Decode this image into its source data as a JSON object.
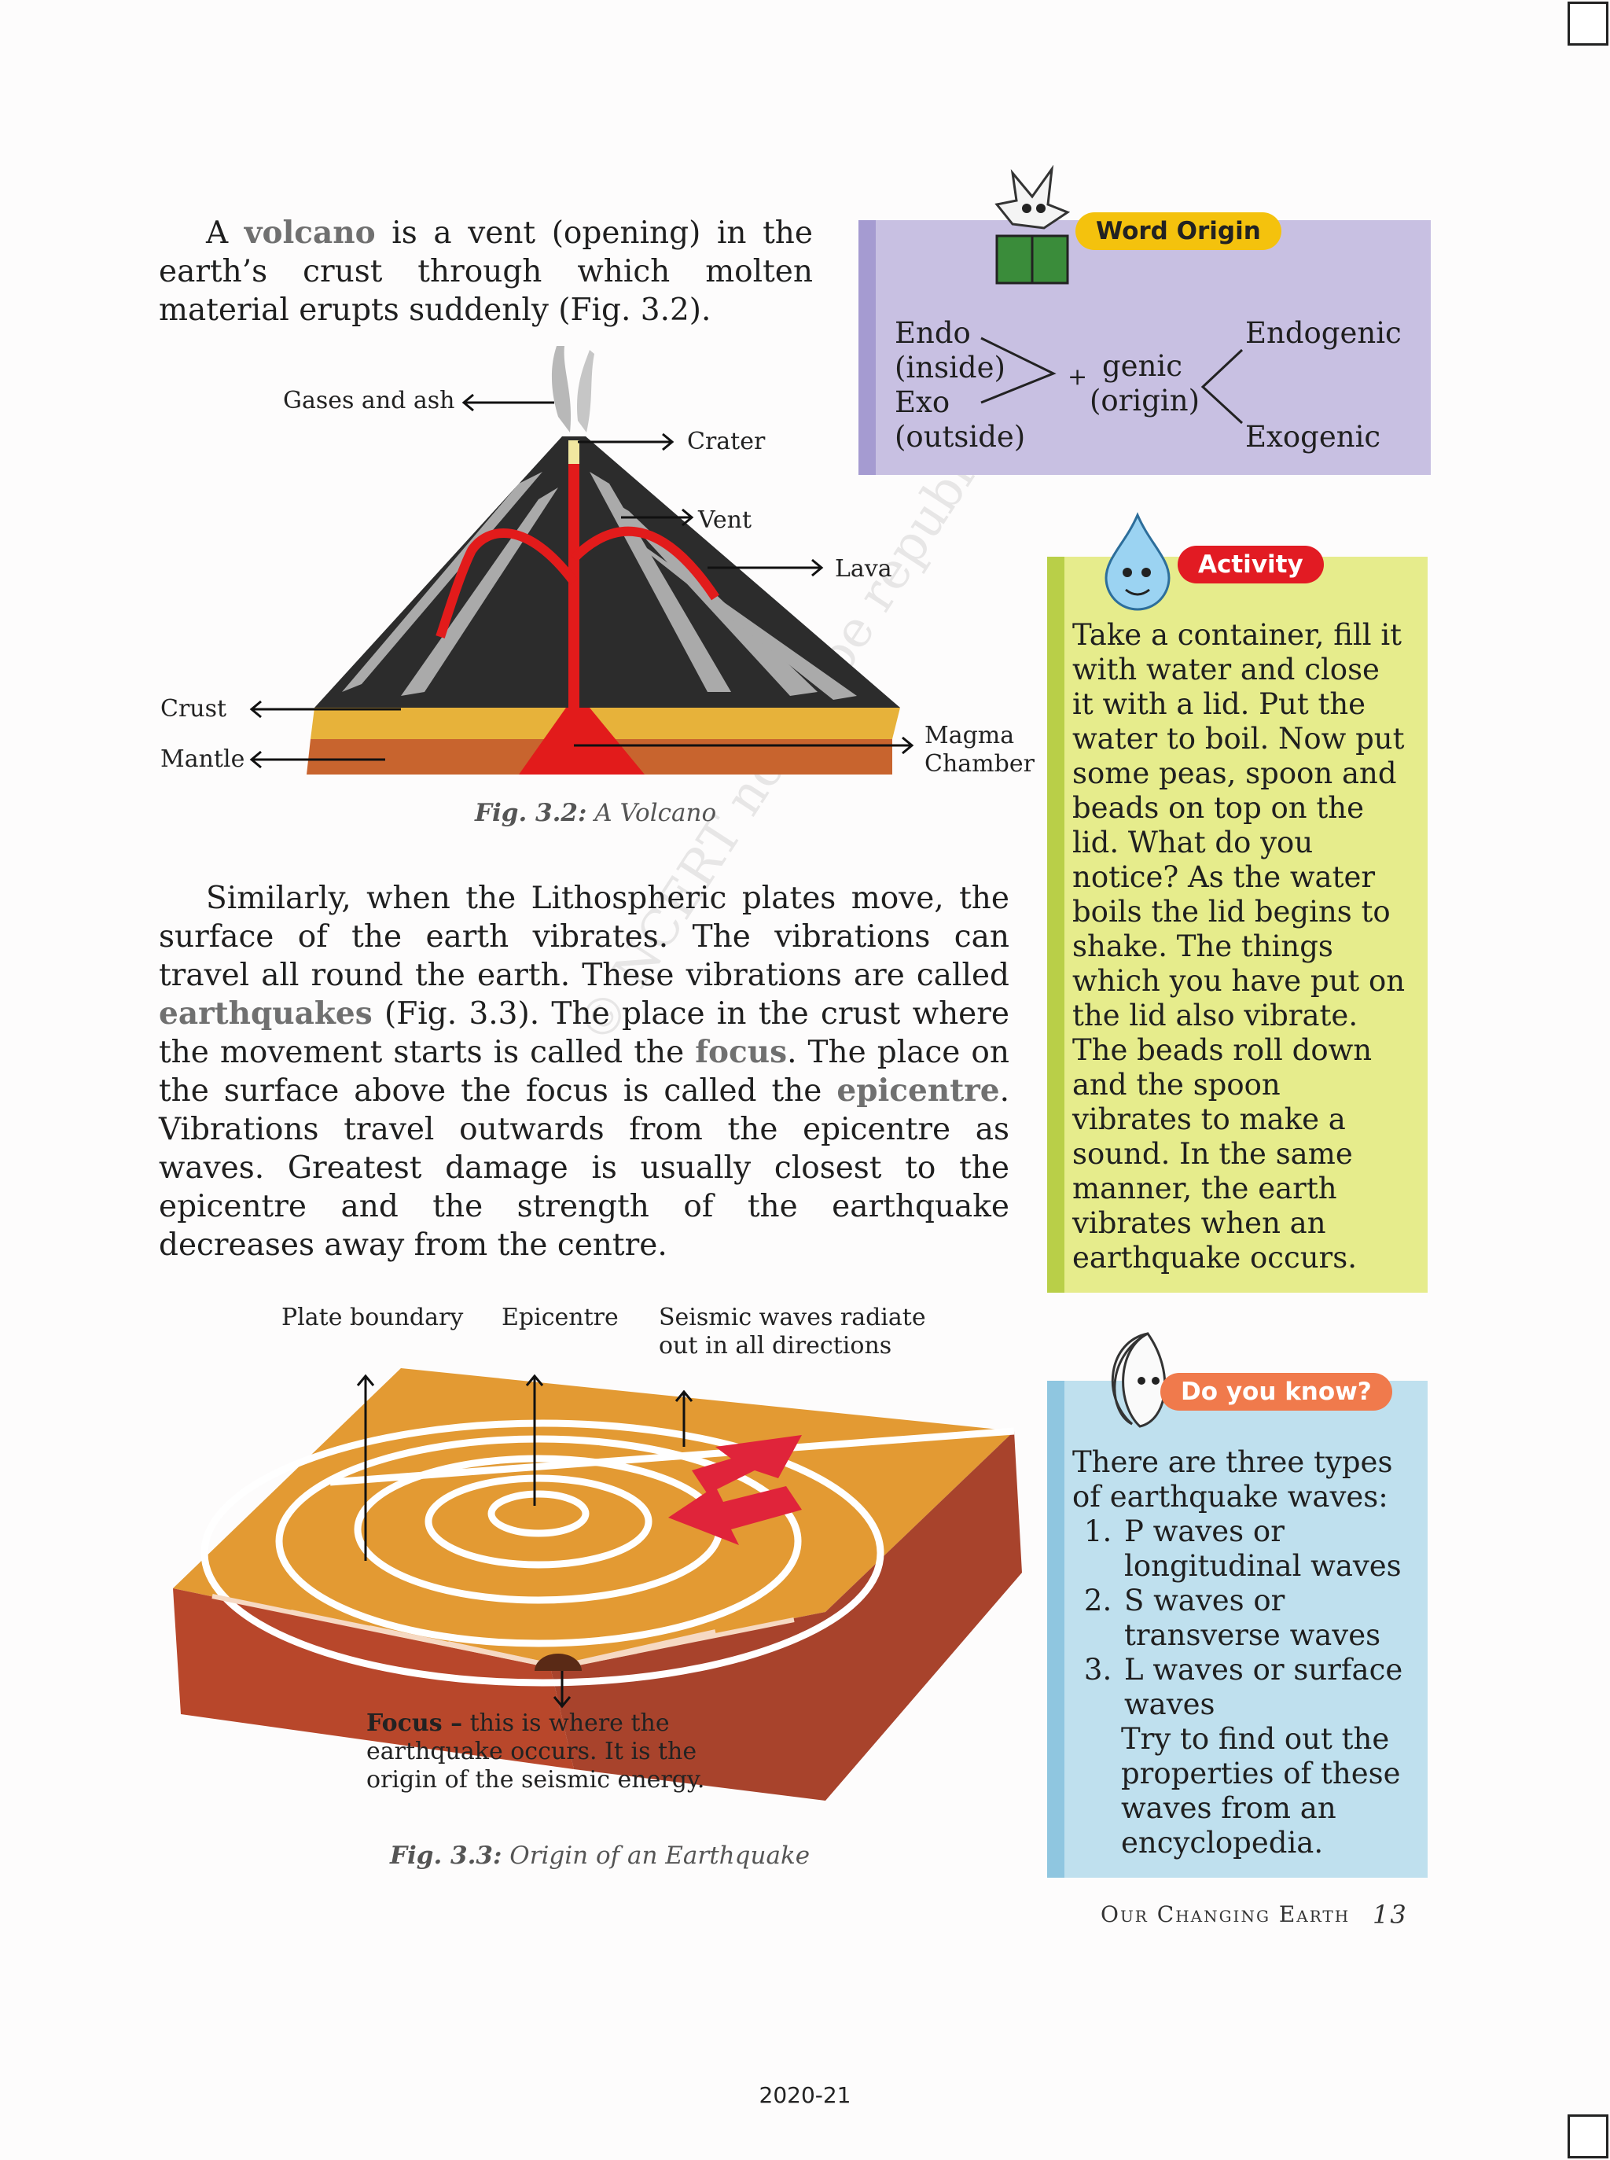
{
  "intro": {
    "pre": "A ",
    "term": "volcano",
    "post": " is a vent (opening) in the earth’s crust through which molten material erupts suddenly (Fig. 3.2)."
  },
  "fig32": {
    "caption_label": "Fig. 3.2:",
    "caption_text": " A Volcano",
    "labels": {
      "gases": "Gases and ash",
      "crater": "Crater",
      "vent": "Vent",
      "lava": "Lava",
      "crust": "Crust",
      "mantle": "Mantle",
      "magma1": "Magma",
      "magma2": "Chamber"
    }
  },
  "quake_para": {
    "t1": "Similarly, when the Lithospheric plates move, the surface of the earth vibrates. The vibrations can travel all round the earth. These vibrations are called ",
    "b1": "earthquakes",
    "t2": " (Fig. 3.3). The place in the crust where the movement starts is called the ",
    "b2": "focus",
    "t3": ". The place on the surface above the focus is called the ",
    "b3": "epicentre",
    "t4": ". Vibrations travel outwards from the epicentre as waves. Greatest damage is usually closest to the epicentre and the strength of the earthquake decreases away from the centre."
  },
  "fig33": {
    "caption_label": "Fig. 3.3:",
    "caption_text": " Origin of an Earthquake",
    "labels": {
      "plate": "Plate boundary",
      "epicentre": "Epicentre",
      "seismic1": "Seismic waves radiate",
      "seismic2": "out in all directions",
      "focus_bold": "Focus –",
      "focus_rest1": " this is where the",
      "focus_rest2": "earthquake occurs. It is the",
      "focus_rest3": "origin of the seismic energy."
    }
  },
  "word_origin": {
    "banner": "Word Origin",
    "endo": "Endo",
    "inside": "(inside)",
    "exo": "Exo",
    "outside": "(outside)",
    "plus": "+",
    "genic": "genic",
    "origin": "(origin)",
    "endogenic": "Endogenic",
    "exogenic": "Exogenic"
  },
  "activity": {
    "banner": "Activity",
    "text": "Take a container, fill it with water and close it with a lid. Put the water to boil. Now put some peas, spoon and beads on top on the lid. What do you notice? As the water boils the lid begins to shake. The things which you have put on the lid also vibrate. The beads roll down and the spoon vibrates to make a sound. In the same manner, the earth vibrates when an earthquake occurs."
  },
  "do_you_know": {
    "banner": "Do you know?",
    "intro": "There are three types of earthquake waves:",
    "items": [
      "P waves or longitudinal waves",
      "S waves or transverse waves",
      "L waves or surface waves"
    ],
    "extra": "Try to find out the properties of these waves from an encyclopedia."
  },
  "footer": {
    "chapter": "Our Changing Earth",
    "page": "13",
    "year": "2020-21"
  },
  "watermark": "© NCERT not to be republished"
}
